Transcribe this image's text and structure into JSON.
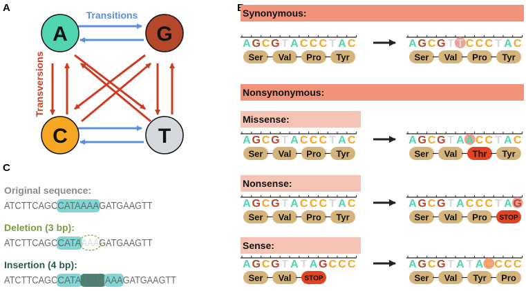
{
  "panel_labels": [
    "A",
    "B",
    "C"
  ],
  "panel_a": {
    "nodes": {
      "A": "A",
      "G": "G",
      "C": "C",
      "T": "T"
    },
    "transitions_label": "Transitions",
    "transversions_label": "Transversions",
    "colors": {
      "A": "#4fd6b0",
      "G": "#b5472a",
      "C": "#f5a623",
      "T": "#d5d8dc",
      "transitions": "#5b8fd6",
      "transversions": "#cc3b22"
    }
  },
  "panel_b": {
    "colors": {
      "header": "#f0937a",
      "header_light": "#f6c4b5",
      "amino": "#d4b47a",
      "stop": "#e24320",
      "A": "#4fd6b0",
      "G": "#b5472a",
      "T": "#d5d8dc",
      "C": "#f5a623",
      "highlight": "#ec8f82"
    },
    "synonymous": {
      "title": "Synonymous:",
      "original": {
        "bases": [
          "A",
          "G",
          "C",
          "G",
          "T",
          "A",
          "C",
          "C",
          "C",
          "T",
          "A",
          "C"
        ],
        "aminos": [
          "Ser",
          "Val",
          "Pro",
          "Tyr"
        ]
      },
      "mutated": {
        "bases": [
          "A",
          "G",
          "C",
          "G",
          "T",
          "T",
          "C",
          "C",
          "C",
          "T",
          "A",
          "C"
        ],
        "aminos": [
          "Ser",
          "Val",
          "Pro",
          "Tyr"
        ],
        "highlight": 5
      }
    },
    "nonsynonymous_title": "Nonsynonymous:",
    "missense": {
      "title": "Missense:",
      "original": {
        "bases": [
          "A",
          "G",
          "C",
          "G",
          "T",
          "A",
          "C",
          "C",
          "C",
          "T",
          "A",
          "C"
        ],
        "aminos": [
          "Ser",
          "Val",
          "Pro",
          "Tyr"
        ]
      },
      "mutated": {
        "bases": [
          "A",
          "G",
          "C",
          "G",
          "T",
          "A",
          "A",
          "C",
          "C",
          "T",
          "A",
          "C"
        ],
        "aminos": [
          "Ser",
          "Val",
          "Thr",
          "Tyr"
        ],
        "highlight": 6,
        "changed_amino": 2
      }
    },
    "nonsense": {
      "title": "Nonsense:",
      "original": {
        "bases": [
          "A",
          "G",
          "C",
          "G",
          "T",
          "A",
          "C",
          "C",
          "C",
          "T",
          "A",
          "C"
        ],
        "aminos": [
          "Ser",
          "Val",
          "Pro",
          "Tyr"
        ]
      },
      "mutated": {
        "bases": [
          "A",
          "G",
          "C",
          "G",
          "T",
          "A",
          "C",
          "C",
          "C",
          "T",
          "A",
          "G"
        ],
        "aminos": [
          "Ser",
          "Val",
          "Pro",
          "STOP"
        ],
        "highlight": 11,
        "changed_amino": 3
      }
    },
    "sense": {
      "title": "Sense:",
      "original": {
        "bases": [
          "A",
          "G",
          "C",
          "G",
          "T",
          "A",
          "T",
          "A",
          "G",
          "C",
          "C",
          "C"
        ],
        "aminos": [
          "Ser",
          "Val",
          "STOP"
        ],
        "stop_amino": 2
      },
      "mutated": {
        "bases": [
          "A",
          "G",
          "C",
          "G",
          "T",
          "A",
          "T",
          "A",
          "C",
          "C",
          "C",
          "C"
        ],
        "aminos": [
          "Ser",
          "Val",
          "Tyr",
          "Pro"
        ],
        "highlight": 8
      }
    }
  },
  "panel_c": {
    "original": {
      "title": "Original sequence:",
      "segments": [
        "ATCTTCAGC",
        "CATAAAA",
        "GATGAAGTT"
      ]
    },
    "deletion": {
      "title": "Deletion (3 bp):",
      "segments": [
        "ATCTTCAGC",
        "CATA",
        "AAA",
        "GATGAAGTT"
      ]
    },
    "insertion": {
      "title": "Insertion (4 bp):",
      "segments": [
        "ATCTTCAGC",
        "CATA",
        "TGTG",
        "AAA",
        "GATGAAGTT"
      ]
    },
    "colors": {
      "text": "#6b6b6b",
      "deletion_title": "#7a9a45",
      "insertion_title": "#2a5a4e",
      "highlight": "#7fd6d3",
      "insert_highlight": "#4a8276",
      "deleted_text": "#d8d8d8"
    }
  }
}
